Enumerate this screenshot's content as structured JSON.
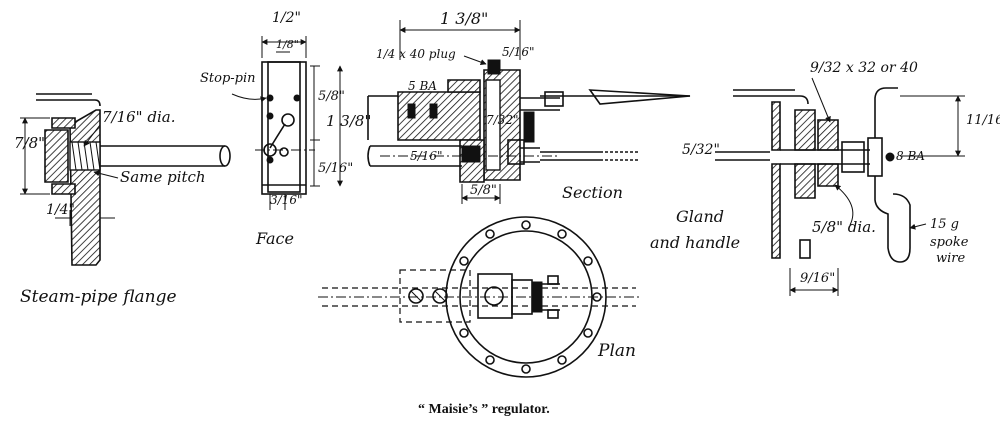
{
  "caption": "“ Maisie’s ” regulator.",
  "views": {
    "steam_pipe_flange": {
      "title": "Steam-pipe flange",
      "dim_flange": "7/8\"",
      "dim_bore": "7/16\" dia.",
      "dim_thick": "1/4\"",
      "note": "Same pitch"
    },
    "face": {
      "title": "Face",
      "dim_width": "1/2\"",
      "dim_top": "1/8\"",
      "dim_upper": "5/8\"",
      "dim_height": "1 3/8\"",
      "dim_lower": "5/16\"",
      "dim_bottom": "3/16\"",
      "label_stop_pin": "Stop-pin"
    },
    "section": {
      "title": "Section",
      "dim_length": "1 3/8\"",
      "dim_plug": "1/4 x 40 plug",
      "dim_right": "5/16\"",
      "dim_screw": "5 BA",
      "dim_mid": "7/32\"",
      "dim_spindle": "5/16\"",
      "dim_base": "5/8\"",
      "dim_end": "5/32\""
    },
    "gland": {
      "title_1": "Gland",
      "title_2": "and handle",
      "dim_thread": "9/32 x 32 or 40",
      "dim_height": "11/16\"",
      "dim_nut": "8 BA",
      "dim_dia": "5/8\" dia.",
      "dim_offset": "9/16\"",
      "wire_1": "15 g",
      "wire_2": "spoke",
      "wire_3": "wire"
    },
    "plan": {
      "title": "Plan"
    }
  }
}
